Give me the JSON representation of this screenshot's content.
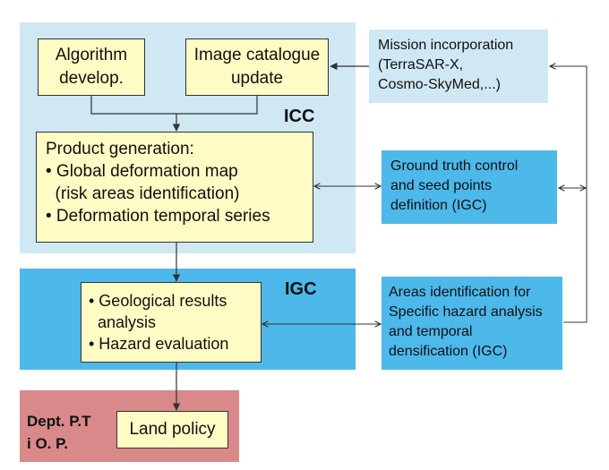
{
  "regions": {
    "icc_label": "ICC",
    "igc_label": "IGC",
    "dept_label_line1": "Dept. P.T",
    "dept_label_line2": "i O. P."
  },
  "boxes": {
    "algorithm": [
      "Algorithm",
      "develop."
    ],
    "catalogue": [
      "Image catalogue",
      "update"
    ],
    "product_generation": [
      "Product generation:",
      "• Global deformation map",
      "  (risk areas identification)",
      "• Deformation temporal series"
    ],
    "geological": [
      "• Geological results",
      "  analysis",
      "• Hazard evaluation"
    ],
    "land_policy": "Land policy"
  },
  "side_boxes": {
    "mission": [
      "Mission incorporation",
      "(TerraSAR-X,",
      "Cosmo-SkyMed,...)"
    ],
    "ground_truth": [
      "Ground truth control",
      "and seed points",
      "definition (IGC)"
    ],
    "areas": [
      "Areas identification for",
      "Specific hazard analysis",
      "and temporal",
      "densification (IGC)"
    ]
  },
  "colors": {
    "icc_region": "#cfe8f3",
    "igc_region": "#4db8ea",
    "dept_region": "#d9898a",
    "process_box": "#fffbc4",
    "connector": "#333333"
  }
}
